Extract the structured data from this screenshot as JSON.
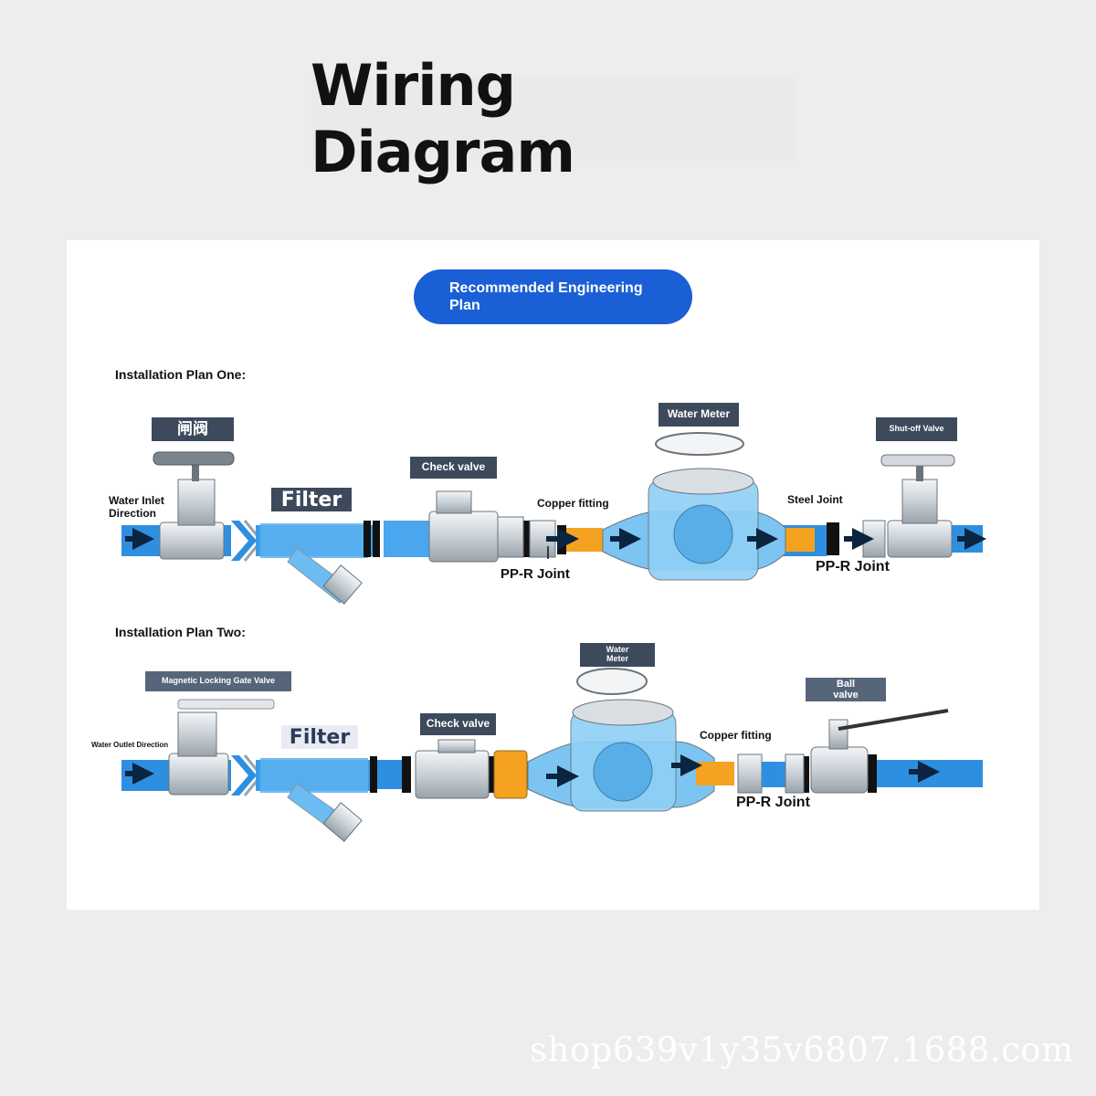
{
  "header": {
    "title": "Wiring Diagram"
  },
  "plan_button": {
    "label_line1": "Recommended Engineering",
    "label_line2": "Plan"
  },
  "plan_one": {
    "heading": "Installation Plan One:",
    "gate_valve_tag": "闸阀",
    "inlet_label_line1": "Water Inlet",
    "inlet_label_line2": "Direction",
    "filter_tag": "Filter",
    "check_valve_tag": "Check valve",
    "copper_fitting": "Copper fitting",
    "pp_r_joint_left": "PP-R Joint",
    "water_meter_tag": "Water Meter",
    "steel_joint": "Steel Joint",
    "shutoff_tag": "Shut-off Valve",
    "pp_r_joint_right": "PP-R Joint"
  },
  "plan_two": {
    "heading": "Installation Plan Two:",
    "gate_valve_tag": "Magnetic Locking Gate Valve",
    "outlet_label": "Water Outlet Direction",
    "filter_tag": "Filter",
    "check_valve_tag": "Check valve",
    "water_meter_tag_line1": "Water",
    "water_meter_tag_line2": "Meter",
    "copper_fitting": "Copper fitting",
    "ball_valve_tag_line1": "Ball",
    "ball_valve_tag_line2": "valve",
    "pp_r_joint": "PP-R Joint"
  },
  "footer": {
    "watermark": "shop639v1y35v6807.1688.com"
  },
  "colors": {
    "pipe": "#2e8fe0",
    "pipe_light": "#7cc4f2",
    "copper": "#f4a21f",
    "button": "#1a5fd6",
    "tag": "#3c4a5c"
  }
}
